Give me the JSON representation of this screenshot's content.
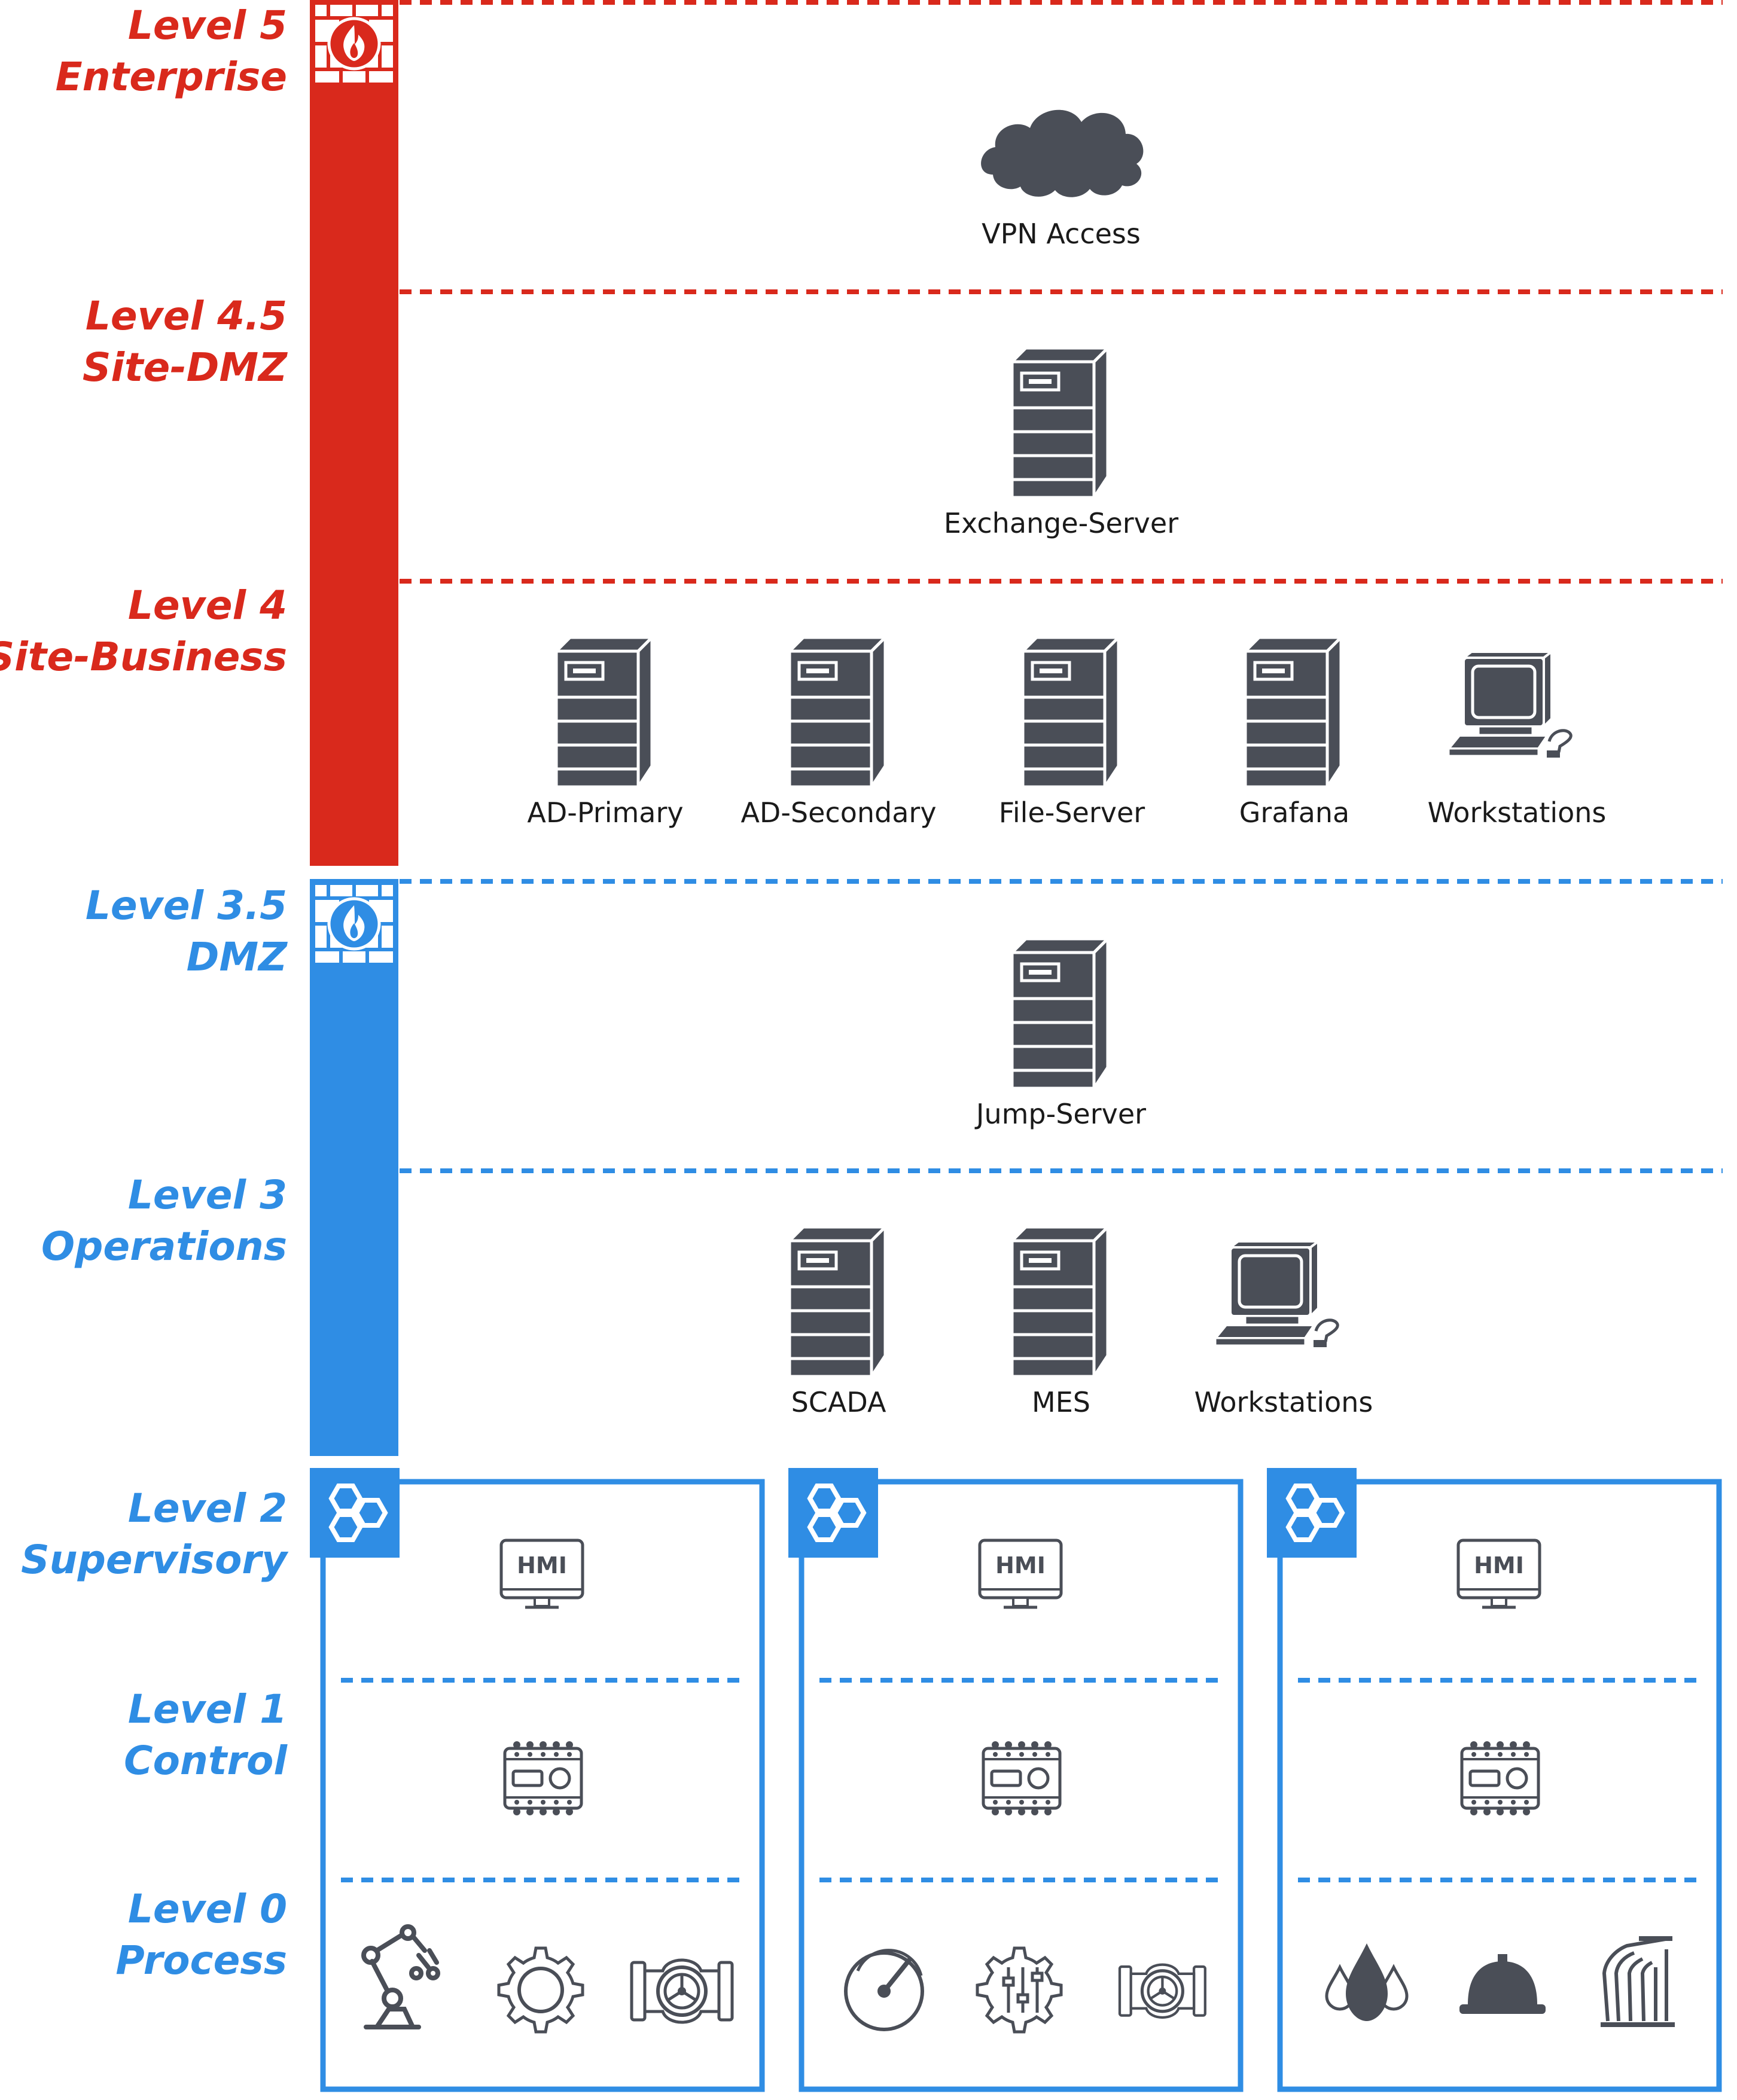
{
  "colors": {
    "red": "#d9291c",
    "blue": "#2f8de4",
    "icon": "#4a4e57"
  },
  "levels": {
    "l5": {
      "num": "Level 5",
      "name": "Enterprise"
    },
    "l45": {
      "num": "Level 4.5",
      "name": "Site-DMZ"
    },
    "l4": {
      "num": "Level 4",
      "name": "Site-Business"
    },
    "l35": {
      "num": "Level 3.5",
      "name": "DMZ"
    },
    "l3": {
      "num": "Level 3",
      "name": "Operations"
    },
    "l2": {
      "num": "Level 2",
      "name": "Supervisory"
    },
    "l1": {
      "num": "Level 1",
      "name": "Control"
    },
    "l0": {
      "num": "Level 0",
      "name": "Process"
    }
  },
  "nodes": {
    "vpn": "VPN Access",
    "exchange": "Exchange-Server",
    "ad_primary": "AD-Primary",
    "ad_secondary": "AD-Secondary",
    "file_server": "File-Server",
    "grafana": "Grafana",
    "workstations_l4": "Workstations",
    "jump": "Jump-Server",
    "scada": "SCADA",
    "mes": "MES",
    "workstations_l3": "Workstations"
  },
  "cells": {
    "hmi_text": "HMI",
    "icons": {
      "zone_firewall": "firewall-flame-icon",
      "cell_zone": "hexagon-cluster-icon",
      "level0_cell1": [
        "robot-arm-icon",
        "gear-icon",
        "valve-icon"
      ],
      "level0_cell2": [
        "gauge-icon",
        "gear-sliders-icon",
        "valve-icon"
      ],
      "level0_cell3": [
        "water-drops-icon",
        "dome-light-icon",
        "dam-icon"
      ]
    }
  }
}
